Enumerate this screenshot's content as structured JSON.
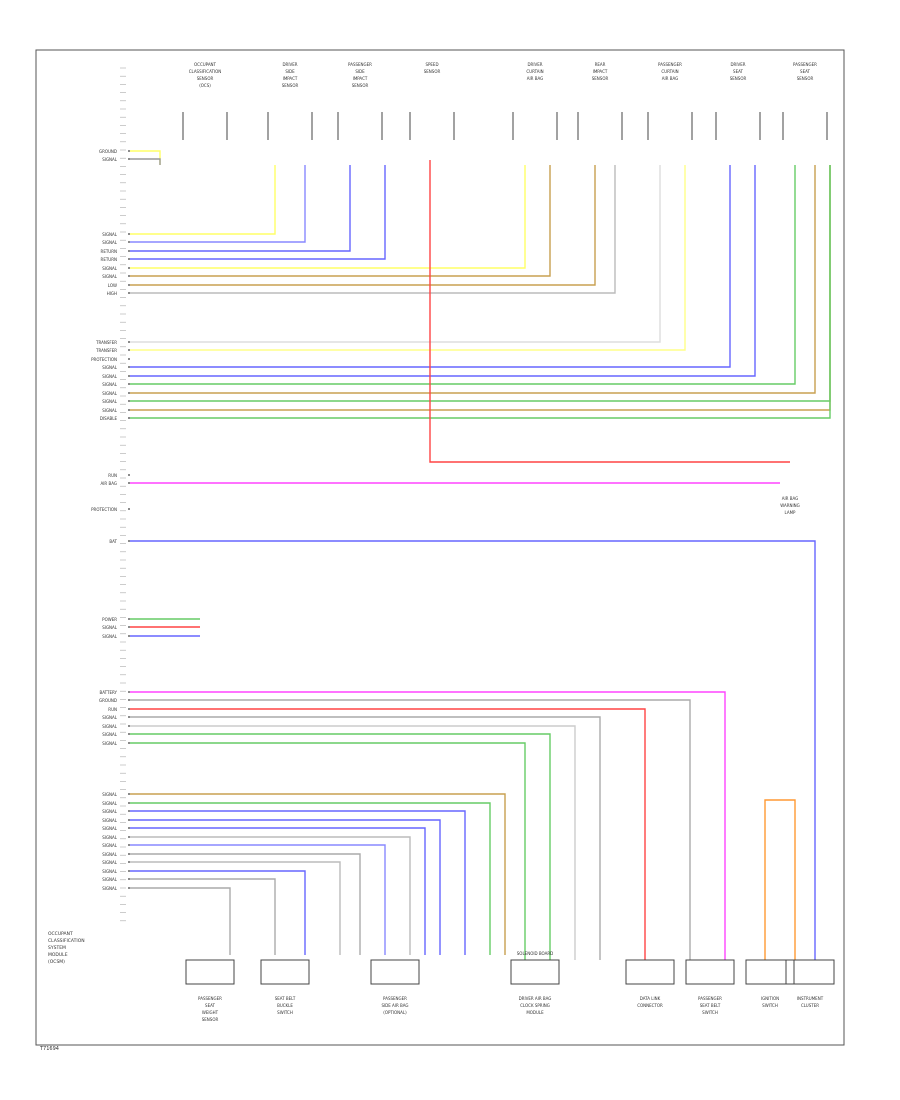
{
  "diagram": {
    "footer_code": "T71694",
    "module_caption": [
      "OCCUPANT",
      "CLASSIFICATION",
      "SYSTEM",
      "MODULE",
      "(OCSM)"
    ],
    "note_text_bottom": "SOLENOID BOARD",
    "top_components": [
      {
        "label": [
          "OCCUPANT",
          "CLASSIFICATION",
          "SENSOR",
          "(OCS)"
        ],
        "color": "#ffff66"
      },
      {
        "label": [
          "DRIVER",
          "SIDE",
          "IMPACT",
          "SENSOR"
        ],
        "color": "#ffff66"
      },
      {
        "label": [
          "PASSENGER",
          "SIDE",
          "IMPACT",
          "SENSOR"
        ],
        "color": "#6666ff"
      },
      {
        "label": [
          "SPEED",
          "SENSOR"
        ],
        "color": "#ff4444"
      },
      {
        "label": [
          "DRIVER",
          "CURTAIN",
          "AIR BAG"
        ],
        "color": "#ffff66"
      },
      {
        "label": [
          "REAR",
          "IMPACT",
          "SENSOR"
        ],
        "color": "#cccccc"
      },
      {
        "label": [
          "PASSENGER",
          "CURTAIN",
          "AIR BAG"
        ],
        "color": "#ff9933"
      },
      {
        "label": [
          "DRIVER",
          "SEAT",
          "SENSOR"
        ],
        "color": "#6666ff"
      },
      {
        "label": [
          "PASSENGER",
          "SEAT",
          "SENSOR"
        ],
        "color": "#66cc66"
      }
    ],
    "bottom_components": [
      {
        "label": [
          "PASSENGER",
          "SEAT",
          "WEIGHT",
          "SENSOR"
        ]
      },
      {
        "label": [
          "SEAT BELT",
          "BUCKLE",
          "SWITCH"
        ]
      },
      {
        "label": [
          "PASSENGER",
          "SIDE AIR BAG",
          "(OPTIONAL)"
        ]
      },
      {
        "label": [
          "DRIVER AIR BAG",
          "CLOCK SPRING",
          "MODULE"
        ]
      },
      {
        "label": [
          "DATA LINK",
          "CONNECTOR"
        ]
      },
      {
        "label": [
          "PASSENGER",
          "SEAT BELT",
          "SWITCH"
        ]
      },
      {
        "label": [
          "IGNITION",
          "SWITCH"
        ]
      },
      {
        "label": [
          "INSTRUMENT",
          "CLUSTER"
        ]
      }
    ],
    "right_notes": [
      "AIR BAG",
      "WARNING",
      "LAMP"
    ],
    "row_labels": [
      "GROUND",
      "SIGNAL",
      "SIGNAL",
      "SIGNAL",
      "RETURN",
      "RETURN",
      "SIGNAL",
      "SIGNAL",
      "LOW",
      "HIGH",
      "TRANSFER",
      "TRANSFER",
      "PROTECTION",
      "SIGNAL",
      "SIGNAL",
      "SIGNAL",
      "SIGNAL",
      "SIGNAL",
      "SIGNAL",
      "DISABLE",
      "RUN",
      "AIR BAG",
      "PROTECTION",
      "BAT",
      "POWER",
      "SIGNAL",
      "SIGNAL",
      "BATTERY",
      "GROUND",
      "RUN",
      "SIGNAL",
      "SIGNAL",
      "SIGNAL",
      "SIGNAL",
      "SIGNAL",
      "SIGNAL",
      "SIGNAL",
      "SIGNAL",
      "SIGNAL",
      "SIGNAL",
      "SIGNAL",
      "SIGNAL",
      "SIGNAL",
      "SIGNAL",
      "SIGNAL",
      "SIGNAL"
    ]
  }
}
